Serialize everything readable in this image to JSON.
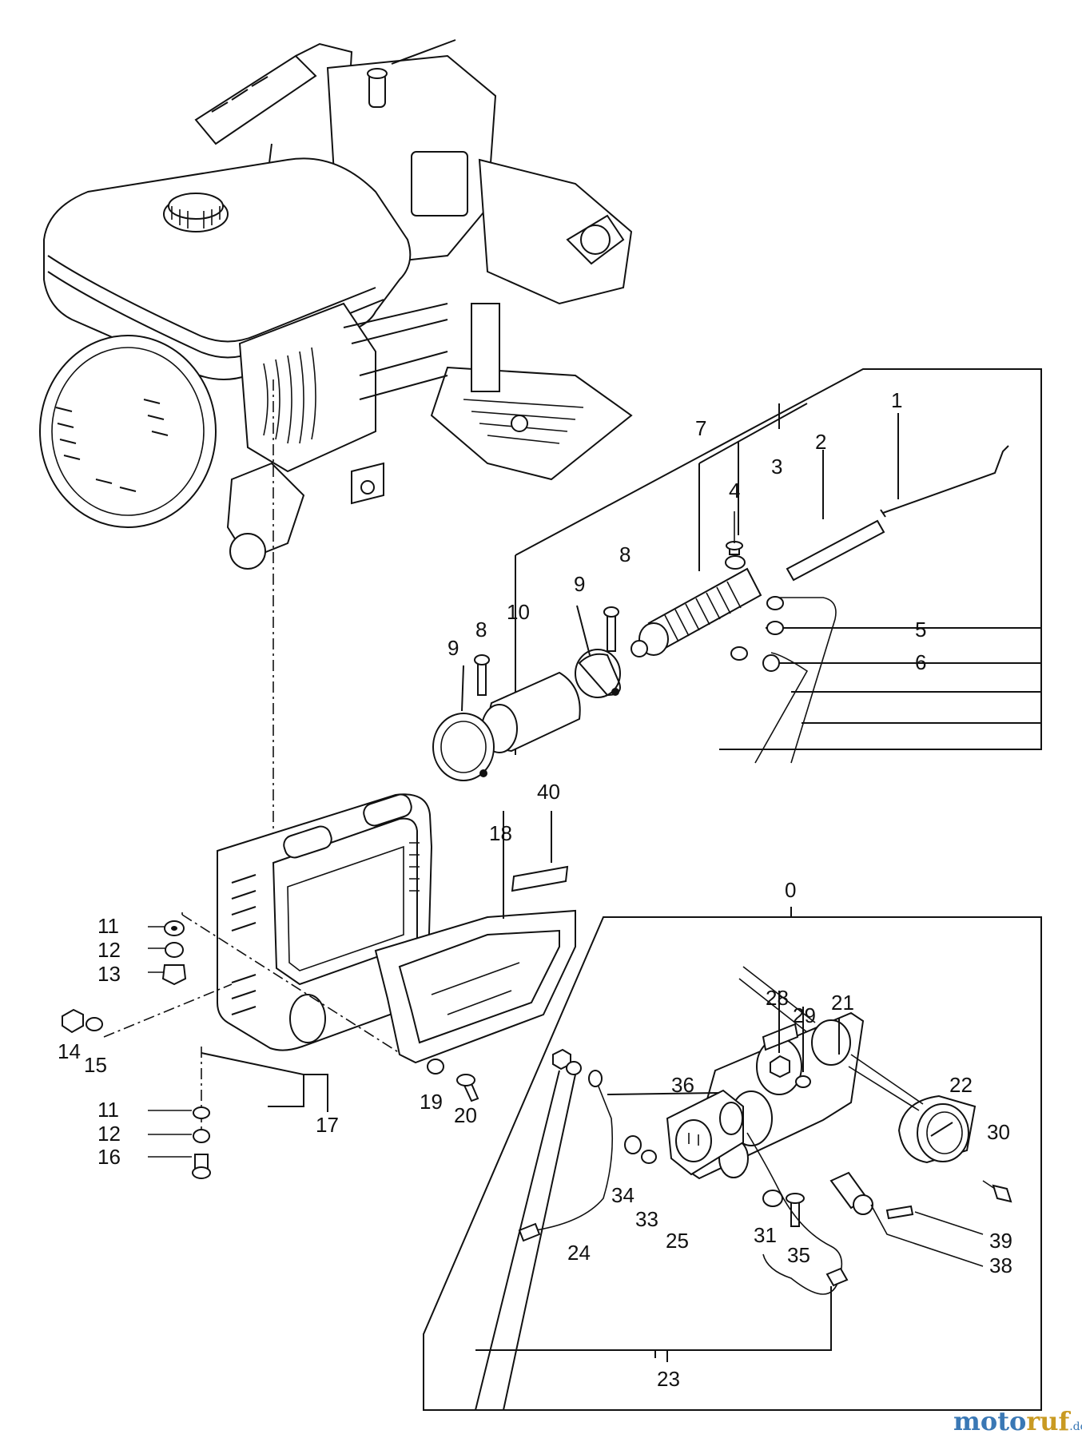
{
  "labels": {
    "p0": "0",
    "p1": "1",
    "p2": "2",
    "p3": "3",
    "p4": "4",
    "p5": "5",
    "p6": "6",
    "p7": "7",
    "p8a": "8",
    "p8b": "8",
    "p9a": "9",
    "p9b": "9",
    "p10": "10",
    "p11a": "11",
    "p11b": "11",
    "p12a": "12",
    "p12b": "12",
    "p13": "13",
    "p14": "14",
    "p15": "15",
    "p16": "16",
    "p17": "17",
    "p18": "18",
    "p19": "19",
    "p20": "20",
    "p21": "21",
    "p22": "22",
    "p23": "23",
    "p24": "24",
    "p25": "25",
    "p28": "28",
    "p29": "29",
    "p30": "30",
    "p31": "31",
    "p33": "33",
    "p34": "34",
    "p35": "35",
    "p36": "36",
    "p38": "38",
    "p39": "39",
    "p40": "40"
  },
  "watermark": {
    "part1": "moto",
    "part2": "ruf",
    "suffix": ".de"
  }
}
